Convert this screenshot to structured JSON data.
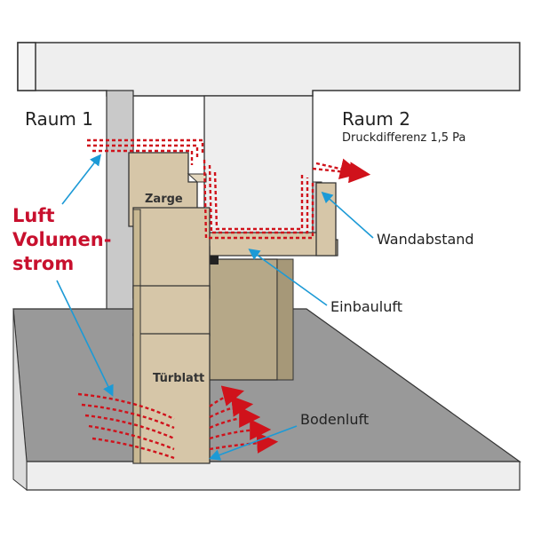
{
  "labels": {
    "room1": "Raum 1",
    "room2": "Raum 2",
    "pressure": "Druckdifferenz 1,5 Pa",
    "airflow_line1": "Luft",
    "airflow_line2": "Volumen-",
    "airflow_line3": "strom",
    "frame": "Zarge",
    "door_leaf": "Türblatt",
    "wall_gap": "Wandabstand",
    "install_gap": "Einbauluft",
    "floor_gap": "Bodenluft"
  },
  "colors": {
    "wall": "#eeeeee",
    "wall_side": "#c9c9c9",
    "floor": "#999999",
    "floor_front": "#eeeeee",
    "frame_wood": "#d6c6a8",
    "door_dark": "#b6a888",
    "outline": "#333333",
    "air_red": "#d0121b",
    "arrow_blue": "#1c9ad6",
    "label_red": "#c8102e",
    "text": "#222222"
  }
}
